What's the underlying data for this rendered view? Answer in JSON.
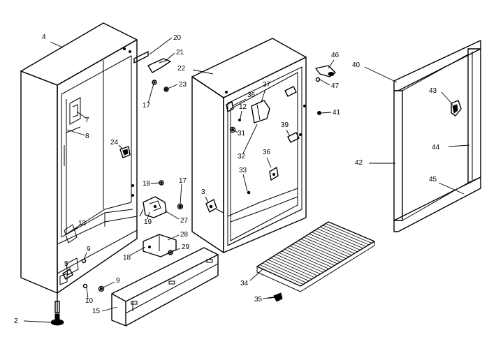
{
  "callouts": [
    {
      "id": "c20",
      "text": "20"
    },
    {
      "id": "c21",
      "text": "21"
    },
    {
      "id": "c4",
      "text": "4"
    },
    {
      "id": "c22",
      "text": "22"
    },
    {
      "id": "c23",
      "text": "23"
    },
    {
      "id": "c17a",
      "text": "17"
    },
    {
      "id": "c7",
      "text": "7"
    },
    {
      "id": "c8",
      "text": "8"
    },
    {
      "id": "c24",
      "text": "24"
    },
    {
      "id": "c18a",
      "text": "18"
    },
    {
      "id": "c17b",
      "text": "17"
    },
    {
      "id": "c19",
      "text": "19"
    },
    {
      "id": "c27",
      "text": "27"
    },
    {
      "id": "c13",
      "text": "13"
    },
    {
      "id": "c28",
      "text": "28"
    },
    {
      "id": "c18b",
      "text": "18"
    },
    {
      "id": "c29",
      "text": "29"
    },
    {
      "id": "c9a",
      "text": "9"
    },
    {
      "id": "c5",
      "text": "5"
    },
    {
      "id": "c9b",
      "text": "9"
    },
    {
      "id": "c10",
      "text": "10"
    },
    {
      "id": "c15",
      "text": "15"
    },
    {
      "id": "c2",
      "text": "2"
    },
    {
      "id": "c36a",
      "text": "36"
    },
    {
      "id": "c37",
      "text": "37"
    },
    {
      "id": "c12",
      "text": "12"
    },
    {
      "id": "c31",
      "text": "31"
    },
    {
      "id": "c32",
      "text": "32"
    },
    {
      "id": "c39",
      "text": "39"
    },
    {
      "id": "c36b",
      "text": "36"
    },
    {
      "id": "c33",
      "text": "33"
    },
    {
      "id": "c3",
      "text": "3"
    },
    {
      "id": "c46",
      "text": "46"
    },
    {
      "id": "c47",
      "text": "47"
    },
    {
      "id": "c41",
      "text": "41"
    },
    {
      "id": "c34",
      "text": "34"
    },
    {
      "id": "c35",
      "text": "35"
    },
    {
      "id": "c40",
      "text": "40"
    },
    {
      "id": "c43",
      "text": "43"
    },
    {
      "id": "c44",
      "text": "44"
    },
    {
      "id": "c42",
      "text": "42"
    },
    {
      "id": "c45",
      "text": "45"
    }
  ]
}
